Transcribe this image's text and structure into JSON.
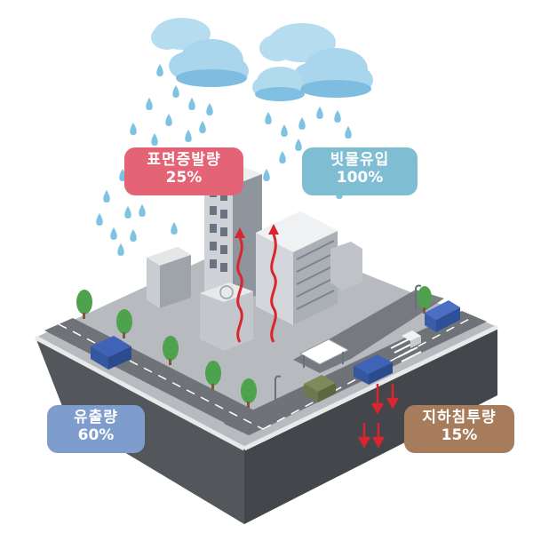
{
  "labels": {
    "evaporation": {
      "name": "표면증발량",
      "value": "25%",
      "color": "#e46475"
    },
    "inflow": {
      "name": "빗물유입",
      "value": "100%",
      "color": "#7fbdd3"
    },
    "runoff": {
      "name": "유출량",
      "value": "60%",
      "color": "#7e9ccc"
    },
    "infiltration": {
      "name": "지하침투량",
      "value": "15%",
      "color": "#a77c5c"
    }
  },
  "colors": {
    "cloud": "#9fd2ea",
    "cloud_shade": "#6fb3d6",
    "raindrop": "#7fc3e3",
    "evaporation_arrow": "#d9262e",
    "infiltration_arrow": "#d9262e",
    "ground_top": "#b9bcc0",
    "ground_side": "#4e5257",
    "road": "#6c7075",
    "tree": "#4ea24d",
    "building": "#c9cdd2"
  }
}
